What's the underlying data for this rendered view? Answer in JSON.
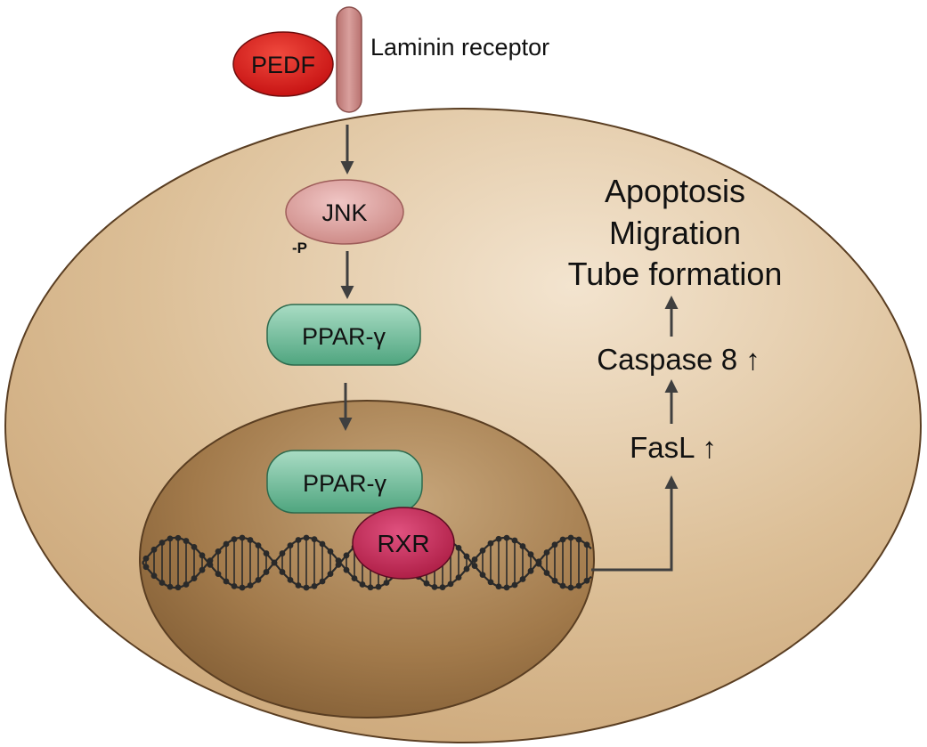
{
  "receptor": {
    "label": "Laminin receptor"
  },
  "ligand": {
    "label": "PEDF"
  },
  "cytoplasm": {
    "jnk": {
      "label": "JNK",
      "phospho": "-P"
    },
    "ppar": {
      "label": "PPAR-γ"
    }
  },
  "nucleus": {
    "ppar": {
      "label": "PPAR-γ"
    },
    "rxr": {
      "label": "RXR"
    }
  },
  "outcomes": {
    "effects": [
      "Apoptosis",
      "Migration",
      "Tube formation"
    ],
    "caspase": "Caspase 8 ↑",
    "fasl": "FasL ↑"
  },
  "colors": {
    "cell_fill": "#d8b78c",
    "cell_stroke": "#5a3e22",
    "nucleus_fill": "#9e7446",
    "receptor": "#c98a88",
    "pedf": "#dd1a1a",
    "jnk": "#d99a9c",
    "ppar": "#6fbf9d",
    "rxr": "#c2245a",
    "arrow": "#3f3f3f",
    "dna": "#2a2a2a"
  }
}
